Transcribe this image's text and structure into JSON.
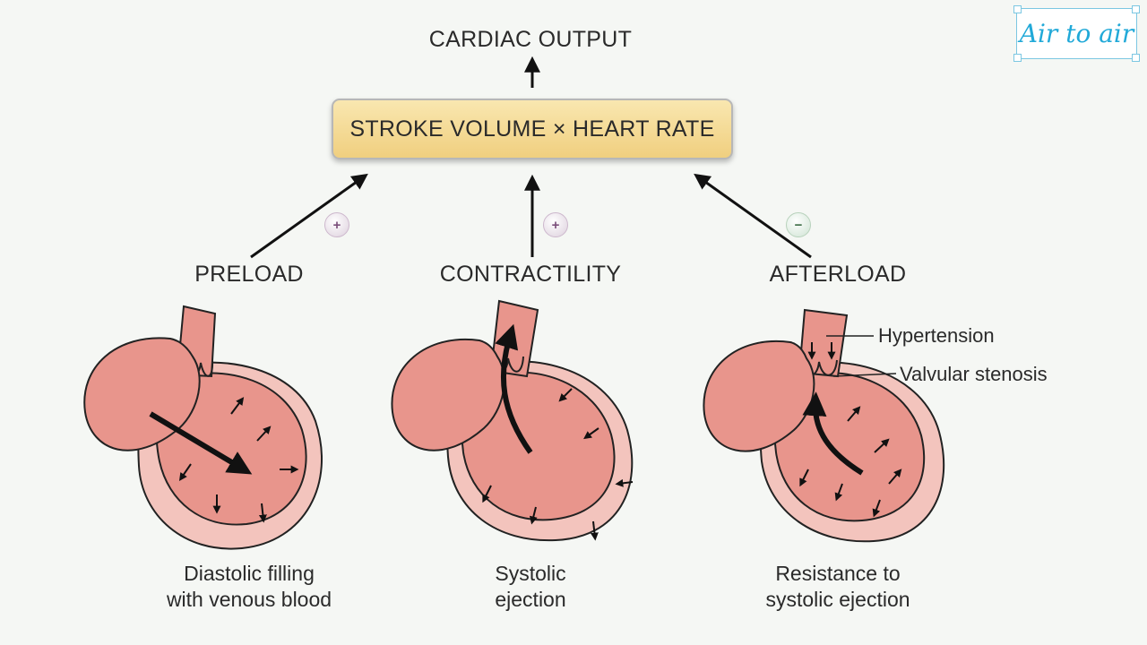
{
  "output_label": "CARDIAC OUTPUT",
  "formula": "STROKE VOLUME × HEART RATE",
  "factors": [
    {
      "label": "PRELOAD",
      "sign": "+",
      "caption_line1": "Diastolic filling",
      "caption_line2": "with venous blood"
    },
    {
      "label": "CONTRACTILITY",
      "sign": "+",
      "caption_line1": "Systolic",
      "caption_line2": "ejection"
    },
    {
      "label": "AFTERLOAD",
      "sign": "−",
      "caption_line1": "Resistance to",
      "caption_line2": "systolic ejection"
    }
  ],
  "annotations": {
    "hypertension": "Hypertension",
    "valvular_stenosis": "Valvular stenosis"
  },
  "watermark": "Air to air",
  "colors": {
    "box_fill": "#f3d890",
    "heart_fill": "#e8958c",
    "pericardium_fill": "#f3c4bd",
    "plus_sign": "#7b4f7b",
    "minus_sign": "#3f6f48"
  }
}
